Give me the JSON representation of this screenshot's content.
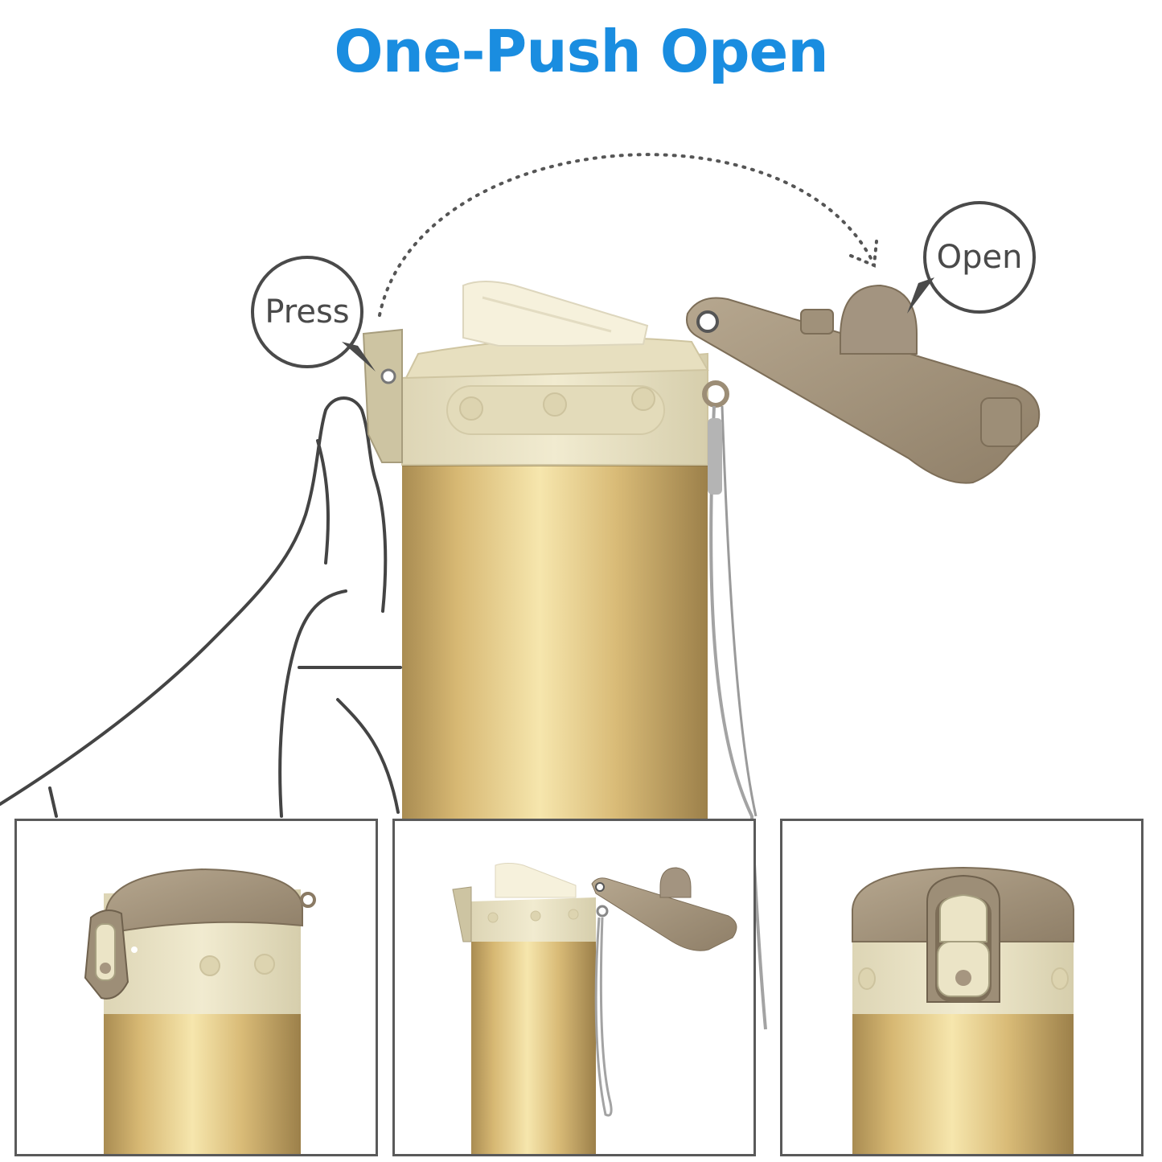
{
  "title": "One-Push Open",
  "callouts": {
    "press": "Press",
    "open": "Open"
  },
  "colors": {
    "title": "#1a8de0",
    "cream": "#ebe4c6",
    "cream_dark": "#d9d0ad",
    "taupe": "#a69680",
    "taupe_dark": "#8a7a64",
    "gold_light": "#f3e2a6",
    "gold_mid": "#d7b873",
    "gold_dark": "#a98c52",
    "outline": "#4a4a4a"
  },
  "panels": [
    {
      "name": "closed-side-view"
    },
    {
      "name": "open-lid-view"
    },
    {
      "name": "closed-front-view"
    }
  ]
}
